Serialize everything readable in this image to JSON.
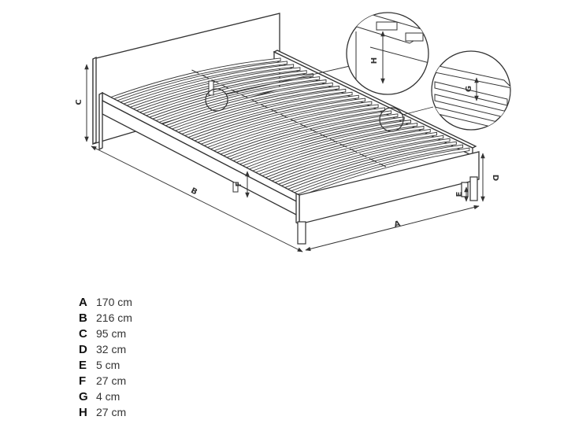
{
  "labels": {
    "A": "A",
    "B": "B",
    "C": "C",
    "D": "D",
    "E": "E",
    "F": "F",
    "G": "G",
    "H": "H"
  },
  "dimensions": [
    {
      "key": "A",
      "value": "170 cm"
    },
    {
      "key": "B",
      "value": "216 cm"
    },
    {
      "key": "C",
      "value": "95 cm"
    },
    {
      "key": "D",
      "value": "32 cm"
    },
    {
      "key": "E",
      "value": "5 cm"
    },
    {
      "key": "F",
      "value": "27 cm"
    },
    {
      "key": "G",
      "value": "4 cm"
    },
    {
      "key": "H",
      "value": "27 cm"
    }
  ]
}
